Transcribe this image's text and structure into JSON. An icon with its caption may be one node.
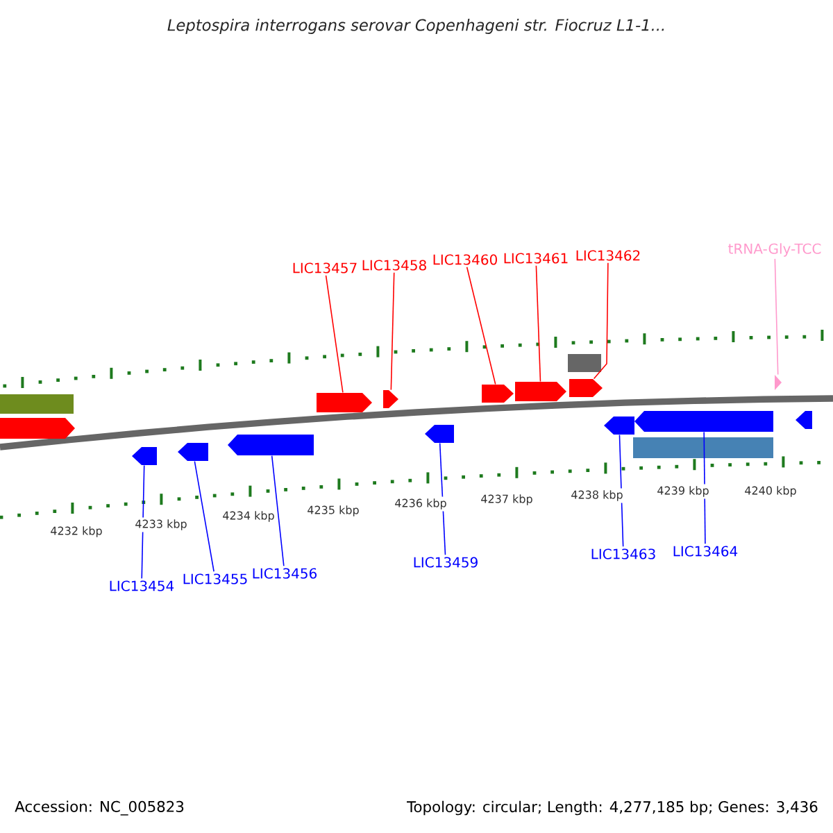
{
  "diagram": {
    "title": "*Leptospira interrogans serovar Copenhageni str. Fiocruz L1-1...*",
    "nodes": [
      {
        "text": [],
        "shape": "bar"
      },
      {
        "text": [],
        "shape": "pentagon"
      },
      {
        "text": [],
        "shape": "pentagon"
      },
      {
        "text": [],
        "shape": "pentagon"
      },
      {
        "text": [],
        "shape": "pentagon"
      },
      {
        "text": [],
        "shape": "pentagon"
      },
      {
        "text": [],
        "shape": "pentagon"
      },
      {
        "text": [],
        "shape": "pentagon"
      },
      {
        "text": [],
        "shape": "pentagon"
      },
      {
        "text": [],
        "shape": "pentagon"
      },
      {
        "text": [],
        "shape": "bar"
      },
      {
        "text": [],
        "shape": "pentagon"
      },
      {
        "text": [],
        "shape": "pentagon"
      },
      {
        "text": [],
        "shape": "bar"
      },
      {
        "text": [],
        "shape": "pentagon"
      },
      {
        "text": [],
        "shape": "pentagon"
      },
      {
        "text": [],
        "shape": "pentagon"
      },
      {
        "text": [
          "LIC13457"
        ]
      },
      {
        "text": [
          "LIC13458"
        ]
      },
      {
        "text": [
          "LIC13460"
        ]
      },
      {
        "text": [
          "LIC13461"
        ]
      },
      {
        "text": [
          "LIC13462"
        ]
      },
      {
        "text": [
          "tRNA-Gly-TCC"
        ]
      },
      {
        "text": [
          "LIC13454"
        ]
      },
      {
        "text": [
          "LIC13455"
        ]
      },
      {
        "text": [
          "LIC13456"
        ]
      },
      {
        "text": [
          "LIC13459"
        ]
      },
      {
        "text": [
          "LIC13463"
        ]
      },
      {
        "text": [
          "LIC13464"
        ]
      }
    ],
    "edges": [
      {
        "from": 17,
        "to": 5,
        "arrow": "none",
        "color": "#ff0000"
      },
      {
        "from": 18,
        "to": 6,
        "arrow": "none",
        "color": "#ff0000"
      },
      {
        "from": 19,
        "to": 8,
        "arrow": "none",
        "color": "#ff0000"
      },
      {
        "from": 20,
        "to": 9,
        "arrow": "none",
        "color": "#ff0000"
      },
      {
        "from": 21,
        "to": 11,
        "arrow": "none",
        "color": "#ff0000"
      },
      {
        "from": 22,
        "to": 15,
        "arrow": "none",
        "color": "#ff99cc"
      },
      {
        "from": 23,
        "to": 2,
        "arrow": "none"
      },
      {
        "from": 24,
        "to": 3,
        "arrow": "none"
      },
      {
        "from": 25,
        "to": 4,
        "arrow": "none"
      },
      {
        "from": 26,
        "to": 7,
        "arrow": "none"
      },
      {
        "from": 27,
        "to": 12,
        "arrow": "none"
      },
      {
        "from": 28,
        "to": 14,
        "arrow": "none"
      }
    ],
    "labels": [
      "4232 kbp",
      "4233 kbp",
      "4234 kbp",
      "4235 kbp",
      "4236 kbp",
      "4237 kbp",
      "4238 kbp",
      "4239 kbp",
      "4240 kbp",
      "Accession: NC_005823",
      "Topology: circular; Length: 4,277,185 bp; Genes: 3,436"
    ]
  }
}
